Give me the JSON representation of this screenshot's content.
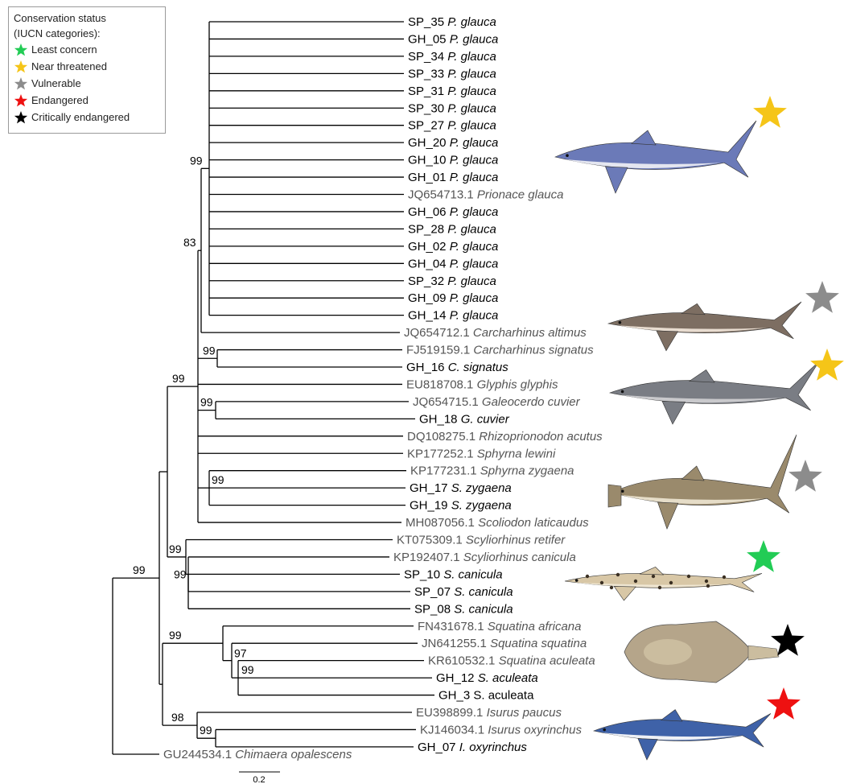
{
  "legend": {
    "title_line1": "Conservation status",
    "title_line2": "(IUCN categories):",
    "items": [
      {
        "label": "Least concern",
        "color": "#22cc55",
        "icon": "star-icon"
      },
      {
        "label": "Near threatened",
        "color": "#f5c518",
        "icon": "star-icon"
      },
      {
        "label": "Vulnerable",
        "color": "#8c8c8c",
        "icon": "star-icon"
      },
      {
        "label": "Endangered",
        "color": "#ee1111",
        "icon": "star-icon"
      },
      {
        "label": "Critically endangered",
        "color": "#000000",
        "icon": "star-icon"
      }
    ]
  },
  "tips": [
    {
      "id": "SP_35",
      "species": "P. glauca",
      "kind": "sample"
    },
    {
      "id": "GH_05",
      "species": "P. glauca",
      "kind": "sample"
    },
    {
      "id": "SP_34",
      "species": "P. glauca",
      "kind": "sample"
    },
    {
      "id": "SP_33",
      "species": "P. glauca",
      "kind": "sample"
    },
    {
      "id": "SP_31",
      "species": "P. glauca",
      "kind": "sample"
    },
    {
      "id": "SP_30",
      "species": "P. glauca",
      "kind": "sample"
    },
    {
      "id": "SP_27",
      "species": "P. glauca",
      "kind": "sample"
    },
    {
      "id": "GH_20",
      "species": "P. glauca",
      "kind": "sample"
    },
    {
      "id": "GH_10",
      "species": "P. glauca",
      "kind": "sample"
    },
    {
      "id": "GH_01",
      "species": "P. glauca",
      "kind": "sample"
    },
    {
      "id": "JQ654713.1",
      "species": "Prionace glauca",
      "kind": "ref"
    },
    {
      "id": "GH_06",
      "species": "P. glauca",
      "kind": "sample"
    },
    {
      "id": "SP_28",
      "species": "P. glauca",
      "kind": "sample"
    },
    {
      "id": "GH_02",
      "species": "P. glauca",
      "kind": "sample"
    },
    {
      "id": "GH_04",
      "species": "P. glauca",
      "kind": "sample"
    },
    {
      "id": "SP_32",
      "species": "P. glauca",
      "kind": "sample"
    },
    {
      "id": "GH_09",
      "species": "P. glauca",
      "kind": "sample"
    },
    {
      "id": "GH_14",
      "species": "P. glauca",
      "kind": "sample"
    },
    {
      "id": "JQ654712.1",
      "species": "Carcharhinus altimus",
      "kind": "ref"
    },
    {
      "id": "FJ519159.1",
      "species": "Carcharhinus signatus",
      "kind": "ref"
    },
    {
      "id": "GH_16",
      "species": "C. signatus",
      "kind": "sample"
    },
    {
      "id": "EU818708.1",
      "species": "Glyphis glyphis",
      "kind": "ref"
    },
    {
      "id": "JQ654715.1",
      "species": "Galeocerdo cuvier",
      "kind": "ref"
    },
    {
      "id": "GH_18",
      "species": "G. cuvier",
      "kind": "sample"
    },
    {
      "id": "DQ108275.1",
      "species": "Rhizoprionodon acutus",
      "kind": "ref"
    },
    {
      "id": "KP177252.1",
      "species": "Sphyrna lewini",
      "kind": "ref"
    },
    {
      "id": "KP177231.1",
      "species": "Sphyrna zygaena",
      "kind": "ref"
    },
    {
      "id": "GH_17",
      "species": "S. zygaena",
      "kind": "sample"
    },
    {
      "id": "GH_19",
      "species": "S. zygaena",
      "kind": "sample"
    },
    {
      "id": "MH087056.1",
      "species": "Scoliodon laticaudus",
      "kind": "ref"
    },
    {
      "id": "KT075309.1",
      "species": "Scyliorhinus retifer",
      "kind": "ref"
    },
    {
      "id": "KP192407.1",
      "species": "Scyliorhinus canicula",
      "kind": "ref"
    },
    {
      "id": "SP_10",
      "species": "S. canicula",
      "kind": "sample"
    },
    {
      "id": "SP_07",
      "species": "S. canicula",
      "kind": "sample"
    },
    {
      "id": "SP_08",
      "species": "S. canicula",
      "kind": "sample"
    },
    {
      "id": "FN431678.1",
      "species": "Squatina africana",
      "kind": "ref"
    },
    {
      "id": "JN641255.1",
      "species": "Squatina squatina",
      "kind": "ref"
    },
    {
      "id": "KR610532.1",
      "species": "Squatina aculeata",
      "kind": "ref"
    },
    {
      "id": "GH_12",
      "species": "S. aculeata",
      "kind": "sample"
    },
    {
      "id": "GH_3",
      "species": "S. aculeata",
      "kind": "sample",
      "upright": true
    },
    {
      "id": "EU398899.1",
      "species": "Isurus paucus",
      "kind": "ref"
    },
    {
      "id": "KJ146034.1",
      "species": "Isurus oxyrinchus",
      "kind": "ref"
    },
    {
      "id": "GH_07",
      "species": "I. oxyrinchus",
      "kind": "sample"
    },
    {
      "id": "GU244534.1",
      "species": "Chimaera opalescens",
      "kind": "ref"
    }
  ],
  "bootstrap": [
    "99",
    "83",
    "99",
    "99",
    "99",
    "99",
    "99",
    "99",
    "99",
    "99",
    "97",
    "99",
    "98",
    "99"
  ],
  "scale_bar": {
    "label": "0.2"
  },
  "stars": [
    {
      "status": "Near threatened",
      "color": "#f5c518"
    },
    {
      "status": "Vulnerable",
      "color": "#8c8c8c"
    },
    {
      "status": "Near threatened",
      "color": "#f5c518"
    },
    {
      "status": "Vulnerable",
      "color": "#8c8c8c"
    },
    {
      "status": "Least concern",
      "color": "#22cc55"
    },
    {
      "status": "Critically endangered",
      "color": "#000000"
    },
    {
      "status": "Endangered",
      "color": "#ee1111"
    }
  ],
  "illustrations": [
    {
      "name": "blue-shark-illustration",
      "body": "#6b7ab8",
      "belly": "#e4e6f0"
    },
    {
      "name": "bignose-shark-illustration",
      "body": "#7d6e62",
      "belly": "#e8dcd0"
    },
    {
      "name": "tiger-shark-illustration",
      "body": "#7a7d84",
      "belly": "#c9c9cc"
    },
    {
      "name": "hammerhead-shark-illustration",
      "body": "#9a8a6c",
      "belly": "#e6ddc8"
    },
    {
      "name": "catshark-illustration",
      "body": "#d8c7a6",
      "belly": "#efe6d2"
    },
    {
      "name": "angelshark-illustration",
      "body": "#b5a58a",
      "belly": "#cbbd9f"
    },
    {
      "name": "mako-shark-illustration",
      "body": "#3f62a8",
      "belly": "#eef0f5"
    }
  ]
}
